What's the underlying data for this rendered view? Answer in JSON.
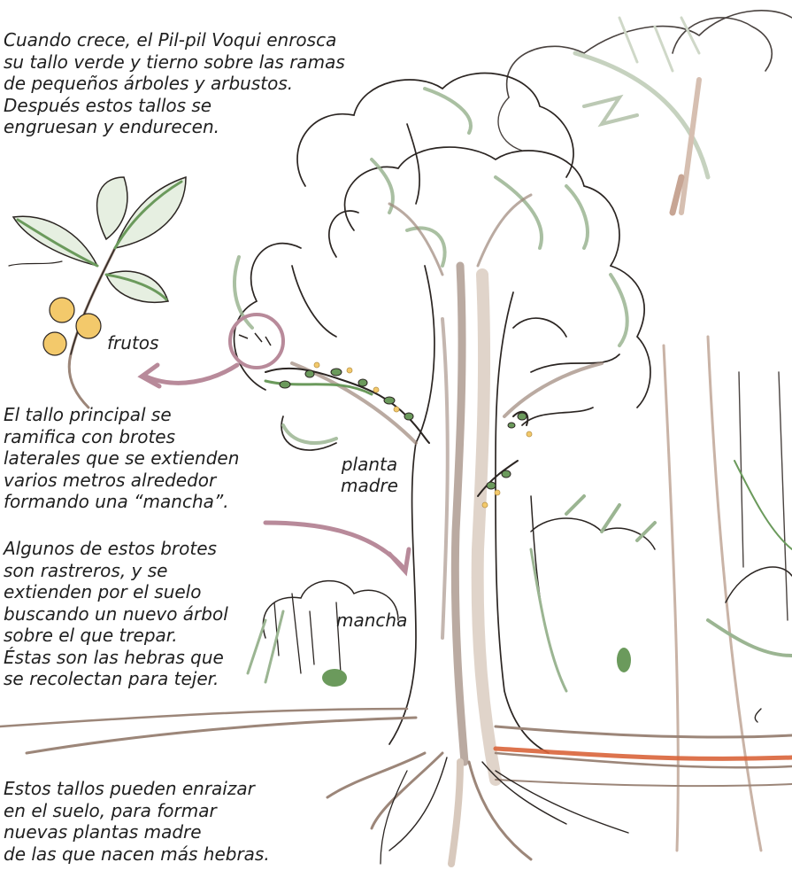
{
  "captions": {
    "growth": "Cuando crece, el Pil-pil Voqui enrosca\nsu tallo verde y tierno sobre las ramas\nde pequeños árboles y arbustos.\nDespués estos tallos se\nengruesan y endurecen.",
    "branching": "El tallo principal se\nramifica con brotes\nlaterales que se extienden\nvarios metros alrededor\nformando una “mancha”.",
    "runners": "Algunos de estos brotes\nson rastreros, y se\nextienden por el suelo\nbuscando un nuevo árbol\nsobre el que trepar.\nÉstas son las hebras que\nse recolectan para tejer.",
    "rooting": "Estos tallos pueden enraizar\nen el suelo, para formar\nnuevas plantas madre\nde las que nacen más hebras."
  },
  "labels": {
    "fruits": "frutos",
    "mother_plant": "planta\nmadre",
    "patch": "mancha"
  },
  "colors": {
    "ink": "#2b2522",
    "stem_brown": "#9c8679",
    "stem_light": "#d8c9bd",
    "leaf_green": "#6b9a5c",
    "foliage_green": "#9bb592",
    "fruit_yellow": "#f3c96b",
    "arrow_mauve": "#b88a9a",
    "runner_orange": "#d9643a",
    "background_tree": "#c9b3a6"
  }
}
